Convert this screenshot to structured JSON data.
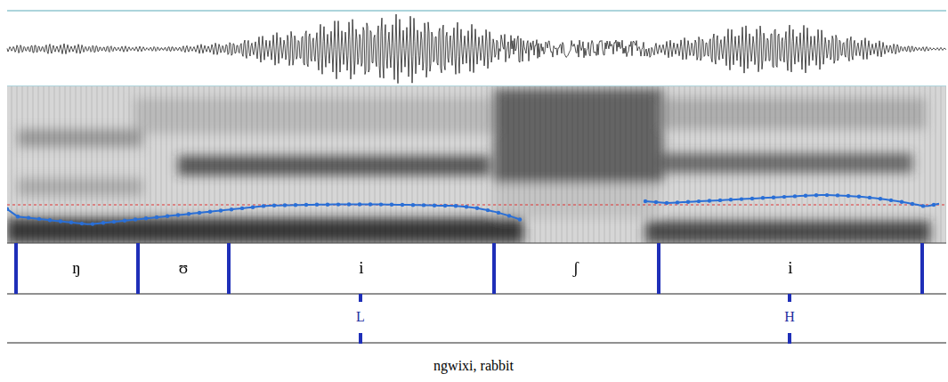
{
  "diagram": {
    "caption": "ngwixi, rabbit",
    "labels": [
      "ŋ",
      "ʊ",
      "i",
      "ʃ",
      "i",
      "L",
      "H"
    ]
  }
}
